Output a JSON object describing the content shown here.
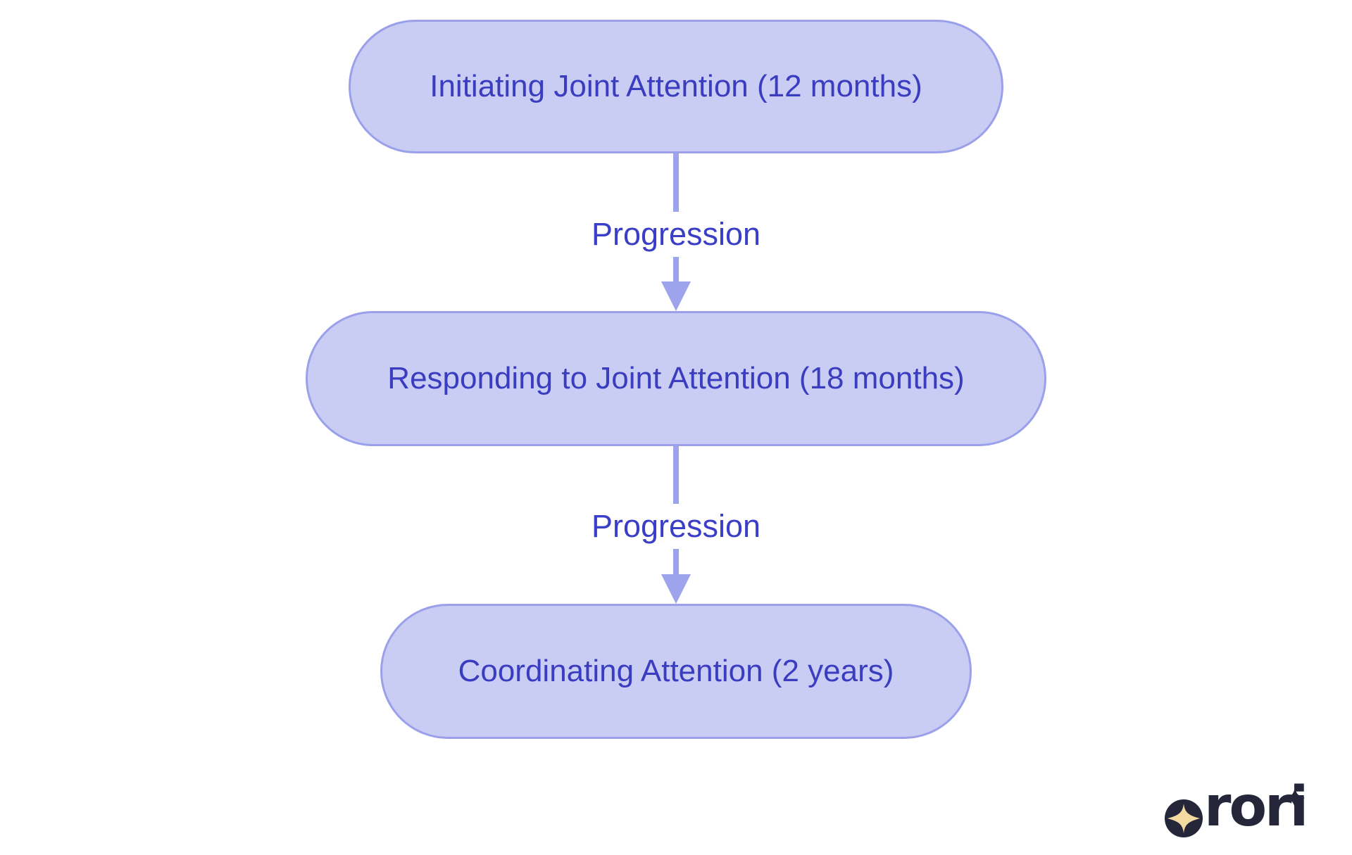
{
  "diagram": {
    "type": "flowchart",
    "direction": "top-down",
    "nodes": [
      {
        "id": "initiating-joint-attention",
        "label": "Initiating Joint Attention (12 months)"
      },
      {
        "id": "responding-to-joint-attention",
        "label": "Responding to Joint Attention (18 months)"
      },
      {
        "id": "coordinating-attention",
        "label": "Coordinating Attention (2 years)"
      }
    ],
    "edges": [
      {
        "from": "initiating-joint-attention",
        "to": "responding-to-joint-attention",
        "label": "Progression"
      },
      {
        "from": "responding-to-joint-attention",
        "to": "coordinating-attention",
        "label": "Progression"
      }
    ]
  },
  "colors": {
    "background": "#ffffff",
    "node_fill": "#c9ccf3",
    "node_border": "#9aa0e9",
    "node_text": "#3b3dc0",
    "arrow": "#9da3ec",
    "edge_label_text": "#3b3ec6",
    "logo_dark": "#26263a",
    "logo_star": "#f3daa1"
  },
  "icons": {
    "edge_arrow": "arrowhead-down-icon",
    "logo_mark": "circle-star-icon",
    "logo_sparkle": "sparkle-icon"
  },
  "logo": {
    "brand": "rori"
  }
}
